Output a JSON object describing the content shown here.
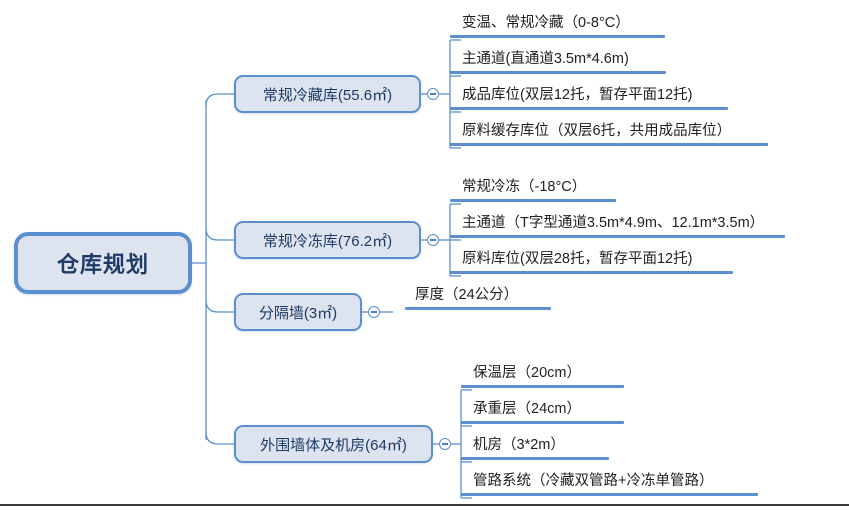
{
  "diagram": {
    "type": "mind-map",
    "title": "仓库规划",
    "accent_color": "#5b8fd0",
    "node_fill_color": "#dde4ef",
    "node_text_color": "#1f3a66",
    "leaf_text_color": "#222222",
    "background_color": "#ffffff"
  },
  "root": {
    "label": "仓库规划"
  },
  "branches": [
    {
      "label": "常规冷藏库(55.6㎡)",
      "toggle_icon": "collapse-minus-icon",
      "children": [
        {
          "label": "变温、常规冷藏（0-8°C）"
        },
        {
          "label": "主通道(直通道3.5m*4.6m)"
        },
        {
          "label": "成品库位(双层12托，暂存平面12托)"
        },
        {
          "label": "原料缓存库位（双层6托，共用成品库位）"
        }
      ]
    },
    {
      "label": "常规冷冻库(76.2㎡)",
      "toggle_icon": "collapse-minus-icon",
      "children": [
        {
          "label": "常规冷冻（-18°C）"
        },
        {
          "label": "主通道（T字型通道3.5m*4.9m、12.1m*3.5m）"
        },
        {
          "label": "原料库位(双层28托，暂存平面12托)"
        }
      ]
    },
    {
      "label": "分隔墙(3㎡)",
      "toggle_icon": "collapse-minus-icon",
      "children": [
        {
          "label": "厚度（24公分）"
        }
      ]
    },
    {
      "label": "外围墙体及机房(64㎡)",
      "toggle_icon": "collapse-minus-icon",
      "children": [
        {
          "label": "保温层（20cm）"
        },
        {
          "label": "承重层（24cm）"
        },
        {
          "label": "机房（3*2m）"
        },
        {
          "label": "管路系统（冷藏双管路+冷冻单管路）"
        }
      ]
    }
  ]
}
